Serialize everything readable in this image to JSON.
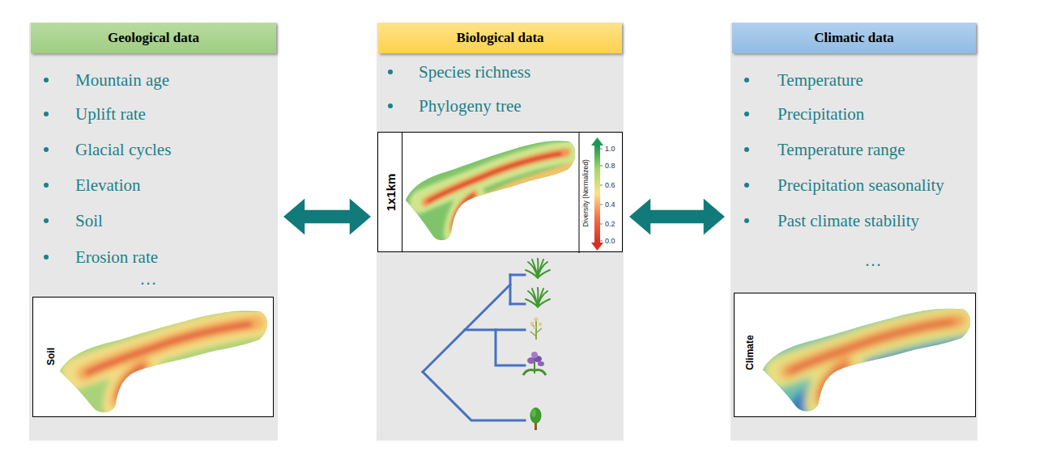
{
  "diagram": {
    "nodes": [
      {
        "text": [
          "Mountain age",
          "Uplift rate",
          "Glacial cycles",
          "Elevation",
          "Soil",
          "Erosion rate",
          "…"
        ]
      },
      {
        "text": [
          "Geological data"
        ],
        "in": 0
      },
      {
        "text": [
          "Soil"
        ],
        "in": 0
      },
      {
        "text": [
          "Species richness",
          "Phylogeny tree"
        ]
      },
      {
        "text": [
          "Biological data"
        ],
        "in": 3
      },
      {
        "text": [
          "1x1km"
        ],
        "in": 3
      },
      {
        "text": [
          "Diversity (Normalized)",
          "1.0",
          "0.8",
          "0.6",
          "0.4",
          "0.2",
          "0.0"
        ],
        "in": 3
      },
      {
        "text": [
          "Temperature",
          "Precipitation",
          "Temperature range",
          "Precipitation seasonality",
          "Past climate stability",
          "…"
        ]
      },
      {
        "text": [
          "Climatic data"
        ],
        "in": 7
      },
      {
        "text": [
          "Climate"
        ],
        "in": 7
      }
    ],
    "edges": [
      {
        "from": 0,
        "to": 3,
        "arrow": "both"
      },
      {
        "from": 3,
        "to": 7,
        "arrow": "both"
      }
    ]
  }
}
